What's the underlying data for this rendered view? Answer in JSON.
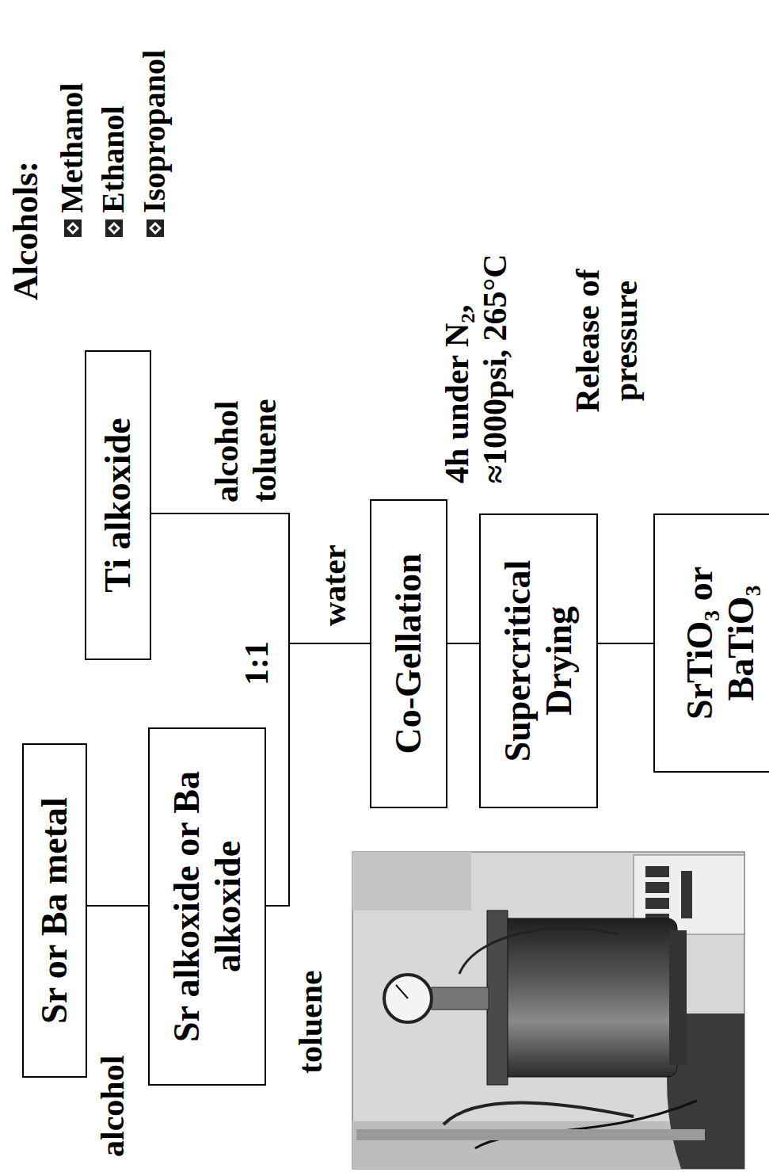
{
  "diagram": {
    "nodes": [
      {
        "text": [
          "Sr or Ba metal"
        ]
      },
      {
        "text": [
          "Sr alkoxide or Ba alkoxide"
        ]
      },
      {
        "text": [
          "Ti alkoxide"
        ]
      },
      {
        "text": [
          "Co-Gellation"
        ]
      },
      {
        "text": [
          "Supercritical Drying"
        ]
      },
      {
        "text": [
          "SrTiO₃ or BaTiO₃"
        ]
      }
    ],
    "edges": [
      {
        "from": 0,
        "to": 1,
        "arrow": "none"
      },
      {
        "from": 1,
        "to": 3,
        "arrow": "none"
      },
      {
        "from": 2,
        "to": 3,
        "arrow": "none"
      },
      {
        "from": 3,
        "to": 4,
        "arrow": "none"
      },
      {
        "from": 4,
        "to": 5,
        "arrow": "none"
      }
    ],
    "labels": [
      "alcohol",
      "toluene",
      "alcohol toluene",
      "1:1",
      "water",
      "4h under N₂, ≈1000psi, 265°C",
      "Release of pressure",
      "Alcohols:",
      "Methanol",
      "Ethanol",
      "Isopropanol"
    ]
  }
}
